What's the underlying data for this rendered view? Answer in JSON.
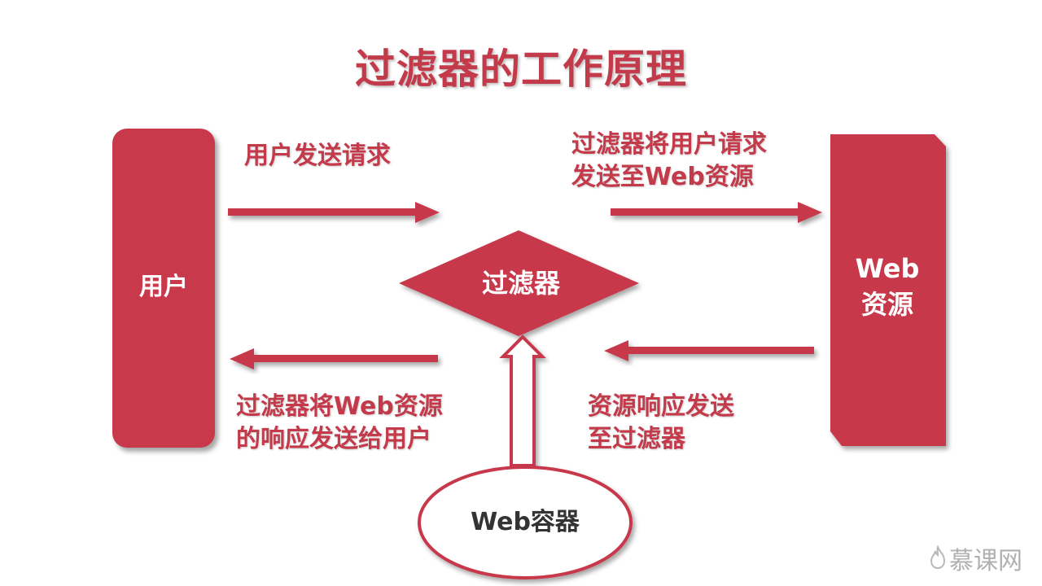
{
  "title": "过滤器的工作原理",
  "nodes": {
    "user": "用户",
    "web_resource": [
      "Web",
      "资源"
    ],
    "filter": "过滤器",
    "container": "Web容器"
  },
  "labels": {
    "user_request": "用户发送请求",
    "filter_to_resource": [
      "过滤器将用户请求",
      "发送至Web资源"
    ],
    "filter_to_user": [
      "过滤器将Web资源",
      "的响应发送给用户"
    ],
    "resource_to_filter": [
      "资源响应发送",
      "至过滤器"
    ]
  },
  "watermark": {
    "text": "慕课网",
    "icon": "flame-logo-icon"
  },
  "colors": {
    "primary": "#c7394b",
    "text_red": "#c33a4b",
    "container_border": "#c7394b"
  }
}
